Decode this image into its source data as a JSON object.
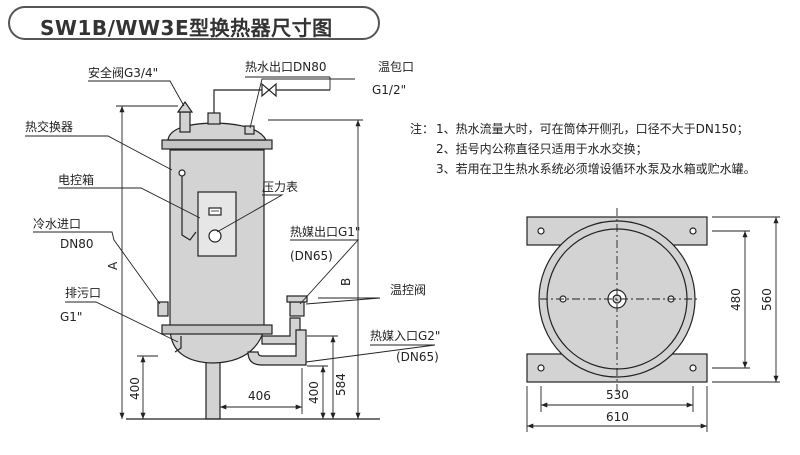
{
  "title": "SW1B/WW3E型换热器尺寸图",
  "labels": {
    "hot_water_out": "热水出口DN80",
    "safety_valve": "安全阀G3/4\"",
    "temp_bulb": "温包口",
    "temp_bulb_size": "G1/2\"",
    "heat_exchanger": "热交换器",
    "control_box": "电控箱",
    "pressure_gauge": "压力表",
    "cold_water_in": "冷水进口",
    "cold_water_size": "DN80",
    "heat_medium_out": "热媒出口G1\"",
    "heat_medium_out_size": "(DN65)",
    "drain": "排污口",
    "drain_size": "G1\"",
    "temp_control_valve": "温控阀",
    "heat_medium_in": "热媒入口G2\"",
    "heat_medium_in_size": "(DN65)"
  },
  "dimensions": {
    "a": "A",
    "b": "B",
    "d400_left": "400",
    "d406": "406",
    "d400_mid": "400",
    "d584": "584",
    "d480": "480",
    "d560": "560",
    "d530": "530",
    "d610": "610"
  },
  "notes": {
    "prefix": "注：",
    "n1": "1、热水流量大时，可在筒体开侧孔，口径不大于DN150；",
    "n2": "2、括号内公称直径只适用于水水交换；",
    "n3": "3、若用在卫生热水系统必须增设循环水泵及水箱或贮水罐。"
  },
  "colors": {
    "vessel_fill": "#d3d3d3",
    "line": "#222222",
    "panel_fill": "#e6e6e6"
  }
}
